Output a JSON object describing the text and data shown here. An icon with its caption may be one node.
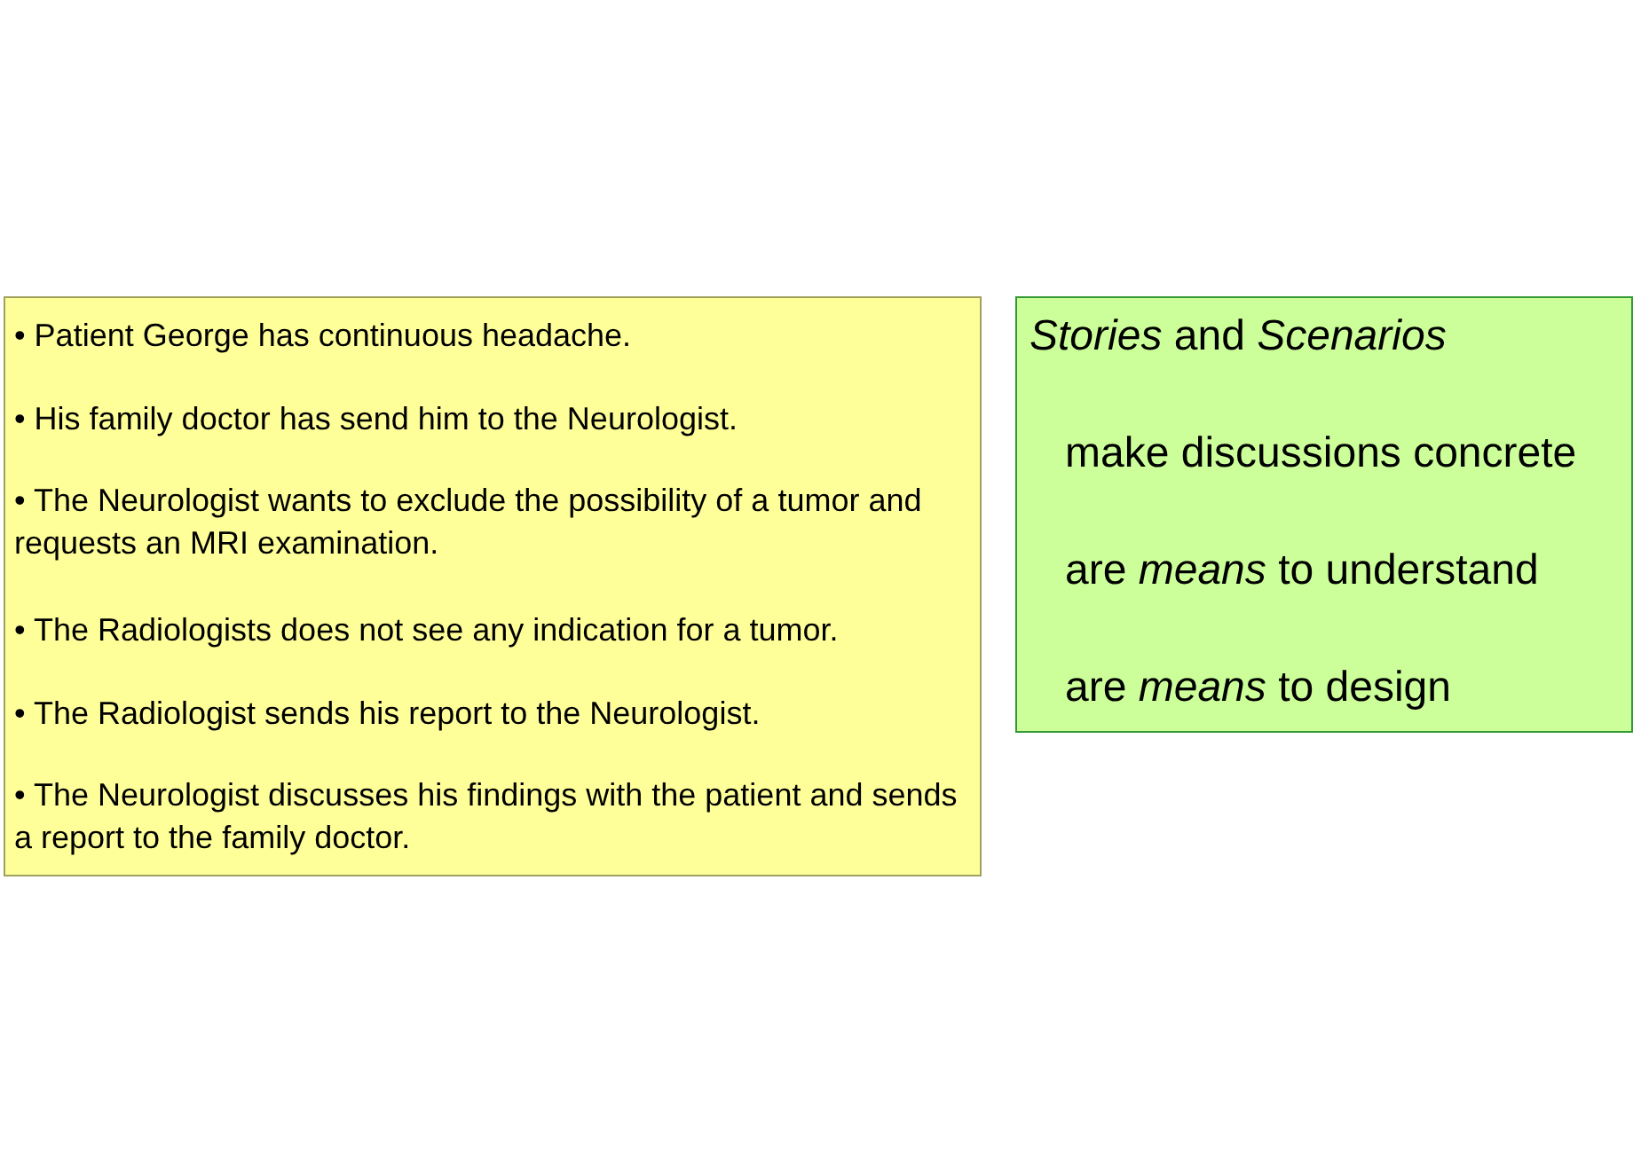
{
  "diagram": {
    "nodes": [
      {
        "text": [
          "• Patient George has continuous headache.",
          "• His family doctor has send him to the Neurologist.",
          "• The Neurologist wants to exclude the possibility of a tumor and requests an MRI examination.",
          "• The Radiologists does not see any indication for a tumor.",
          "• The Radiologist sends his report to the Neurologist.",
          "• The Neurologist discusses his findings with the patient and sends a report to the family doctor."
        ]
      },
      {
        "text": [
          "*Stories* and *Scenarios*",
          "make discussions concrete",
          "are *means* to understand",
          "are *means* to design"
        ]
      }
    ]
  }
}
